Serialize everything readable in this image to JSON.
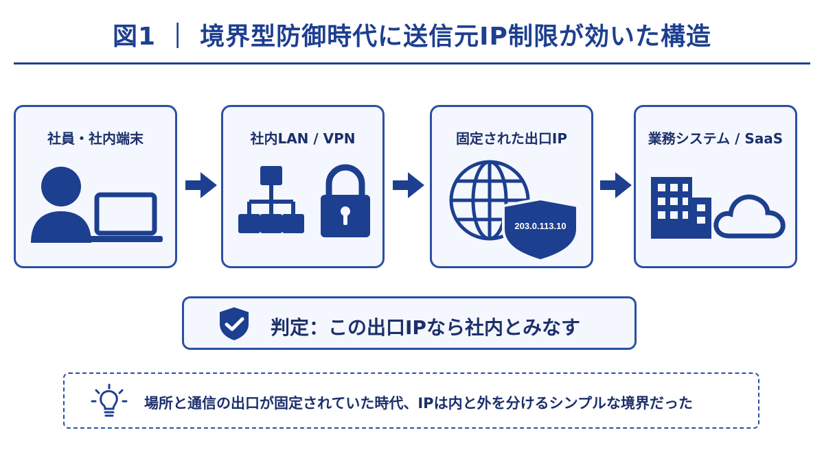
{
  "title": "図1 ｜ 境界型防御時代に送信元IP制限が効いた構造",
  "colors": {
    "primary": "#1d3f8f",
    "card_bg": "#f4f7fd",
    "border": "#2a4fa3"
  },
  "steps": [
    {
      "label": "社員・社内端末",
      "icons": [
        "person-icon",
        "laptop-icon"
      ]
    },
    {
      "label": "社内LAN / VPN",
      "icons": [
        "network-icon",
        "lock-icon"
      ]
    },
    {
      "label": "固定された出口IP",
      "icons": [
        "globe-icon",
        "shield-icon"
      ],
      "ip": "203.0.113.10"
    },
    {
      "label": "業務システム / SaaS",
      "icons": [
        "building-icon",
        "cloud-icon"
      ]
    }
  ],
  "verdict": {
    "text": "判定：この出口IPなら社内とみなす",
    "icon": "shield-check-icon"
  },
  "note": {
    "text": "場所と通信の出口が固定されていた時代、IPは内と外を分けるシンプルな境界だった",
    "icon": "lightbulb-icon"
  }
}
